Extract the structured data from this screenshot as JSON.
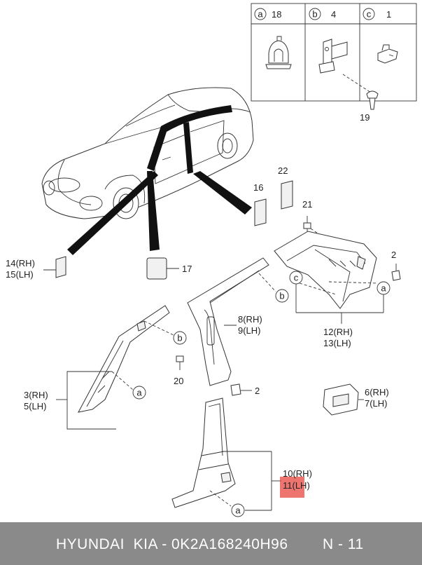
{
  "legend": [
    {
      "letter": "a",
      "qty": "18"
    },
    {
      "letter": "b",
      "qty": "4"
    },
    {
      "letter": "c",
      "qty": "1"
    }
  ],
  "callouts": {
    "p19": "19",
    "p22": "22",
    "p16": "16",
    "p21": "21",
    "p2_top": "2",
    "p14": "14(RH)",
    "p15": "15(LH)",
    "p17": "17",
    "p8": "8(RH)",
    "p9": "9(LH)",
    "p12": "12(RH)",
    "p13": "13(LH)",
    "p3": "3(RH)",
    "p5": "5(LH)",
    "p20": "20",
    "p2_mid": "2",
    "p6": "6(RH)",
    "p7": "7(LH)",
    "p10": "10(RH)",
    "p11": "11(LH)"
  },
  "circles": {
    "b1": "b",
    "b2": "b",
    "a1": "a",
    "a2": "a",
    "a3": "a",
    "c1": "c"
  },
  "colors": {
    "highlight": "#e8473f",
    "footer_bg": "#8a8a8a"
  },
  "footer": {
    "title": "HYUNDAI  KIA - 0K2A168240H96",
    "page": "N - 11"
  }
}
